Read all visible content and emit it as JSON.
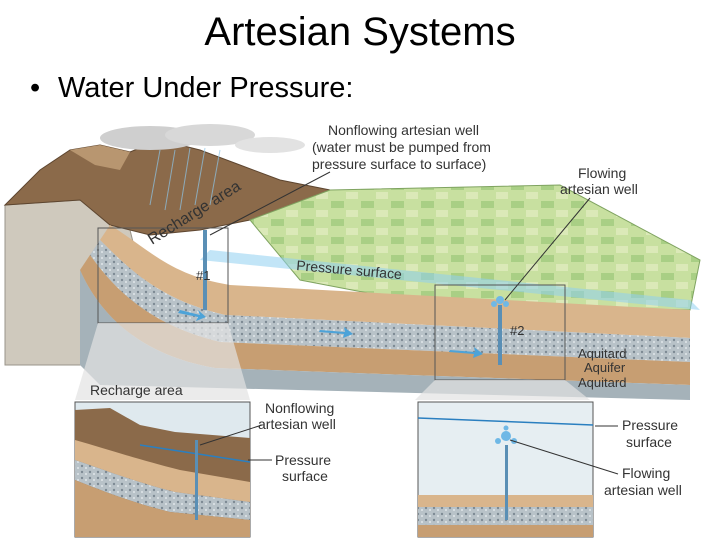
{
  "slide": {
    "title": "Artesian Systems",
    "bullet": "Water Under Pressure:"
  },
  "diagram": {
    "main_labels": {
      "recharge_area": "Recharge area",
      "nonflowing_line1": "Nonflowing artesian well",
      "nonflowing_line2": "(water must be pumped from",
      "nonflowing_line3": "pressure surface to surface)",
      "flowing_line1": "Flowing",
      "flowing_line2": "artesian well",
      "pressure_surface": "Pressure surface",
      "well1": "#1",
      "well2": "#2",
      "aquitard_top": "Aquitard",
      "aquifer": "Aquifer",
      "aquitard_bottom": "Aquitard"
    },
    "left_inset": {
      "recharge_area": "Recharge area",
      "nonflowing_line1": "Nonflowing",
      "nonflowing_line2": "artesian well",
      "pressure_line1": "Pressure",
      "pressure_line2": "surface"
    },
    "right_inset": {
      "pressure_line1": "Pressure",
      "pressure_line2": "surface",
      "flowing_line1": "Flowing",
      "flowing_line2": "artesian well"
    },
    "colors": {
      "aquifer": "#b8c2c8",
      "aquitard": "#d9b58c",
      "water": "#4da3d8",
      "land": "#b9d78f",
      "bedrock": "#cfc9bd",
      "mountain": "#8b6a4a"
    }
  }
}
